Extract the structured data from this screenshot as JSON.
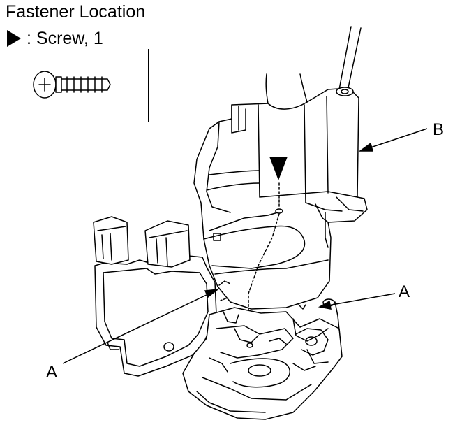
{
  "header": {
    "title": "Fastener Location",
    "legend_text": ": Screw, 1"
  },
  "callouts": {
    "b": "B",
    "a_right": "A",
    "a_left": "A"
  },
  "icons": {
    "legend_marker": "triangle-pointer-icon",
    "screw": "screw-icon"
  }
}
